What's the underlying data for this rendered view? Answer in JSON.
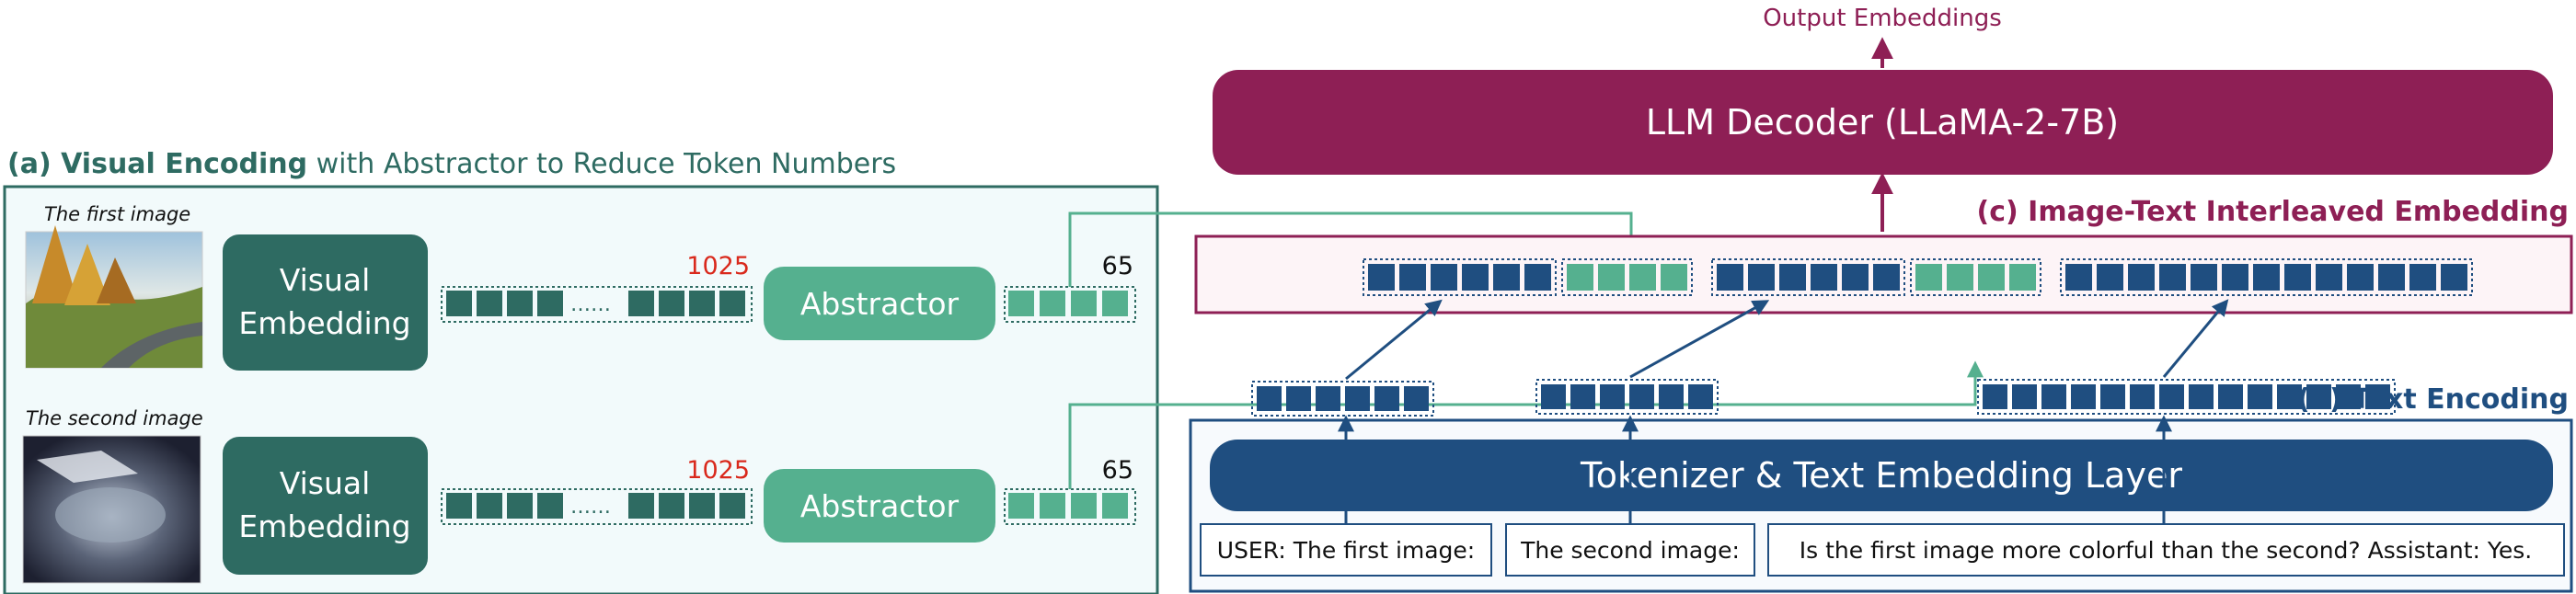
{
  "sections": {
    "visual": {
      "title_bold": "(a) Visual Encoding",
      "title_rest": " with Abstractor to Reduce Token Numbers"
    },
    "text": {
      "title": "(b) Text Encoding"
    },
    "interleaved": {
      "title": "(c) Image-Text Interleaved Embedding"
    }
  },
  "images": [
    {
      "caption": "The first image",
      "embed_line1": "Visual",
      "embed_line2": "Embedding",
      "token_count": "1025",
      "dots": "……",
      "abstractor": "Abstractor",
      "out_count": "65"
    },
    {
      "caption": "The second image",
      "embed_line1": "Visual",
      "embed_line2": "Embedding",
      "token_count": "1025",
      "dots": "……",
      "abstractor": "Abstractor",
      "out_count": "65"
    }
  ],
  "decoder": {
    "label": "LLM Decoder (LLaMA-2-7B)",
    "output": "Output Embeddings"
  },
  "tokenizer": {
    "label": "Tokenizer & Text Embedding Layer"
  },
  "text_inputs": [
    "USER: The first image:",
    "The second image:",
    "Is the first image more colorful than the second? Assistant: Yes."
  ],
  "colors": {
    "visual_dark": "#2e6b62",
    "visual_light": "#55b08f",
    "visual_bg": "#f2fafb",
    "text_blue": "#1f4e80",
    "decoder": "#8e1f55",
    "count_red": "#d9291c"
  }
}
